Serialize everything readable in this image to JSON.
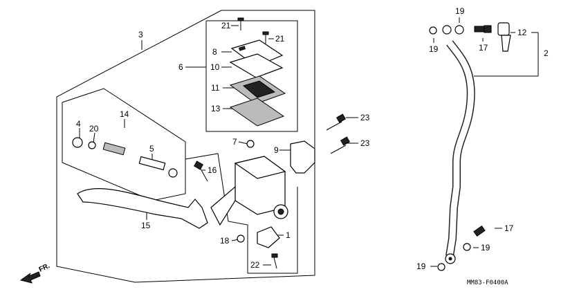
{
  "diagram": {
    "code": "MM83-F0400A",
    "direction_label": "FR.",
    "callouts": {
      "p1": "1",
      "p2": "2",
      "p3": "3",
      "p4": "4",
      "p5": "5",
      "p6": "6",
      "p7": "7",
      "p8": "8",
      "p9": "9",
      "p10": "10",
      "p11": "11",
      "p12": "12",
      "p13": "13",
      "p14": "14",
      "p15": "15",
      "p16": "16",
      "p17a": "17",
      "p17b": "17",
      "p18": "18",
      "p19a": "19",
      "p19b": "19",
      "p19c": "19",
      "p19d": "19",
      "p20": "20",
      "p21a": "21",
      "p21b": "21",
      "p22": "22",
      "p23a": "23",
      "p23b": "23"
    }
  }
}
